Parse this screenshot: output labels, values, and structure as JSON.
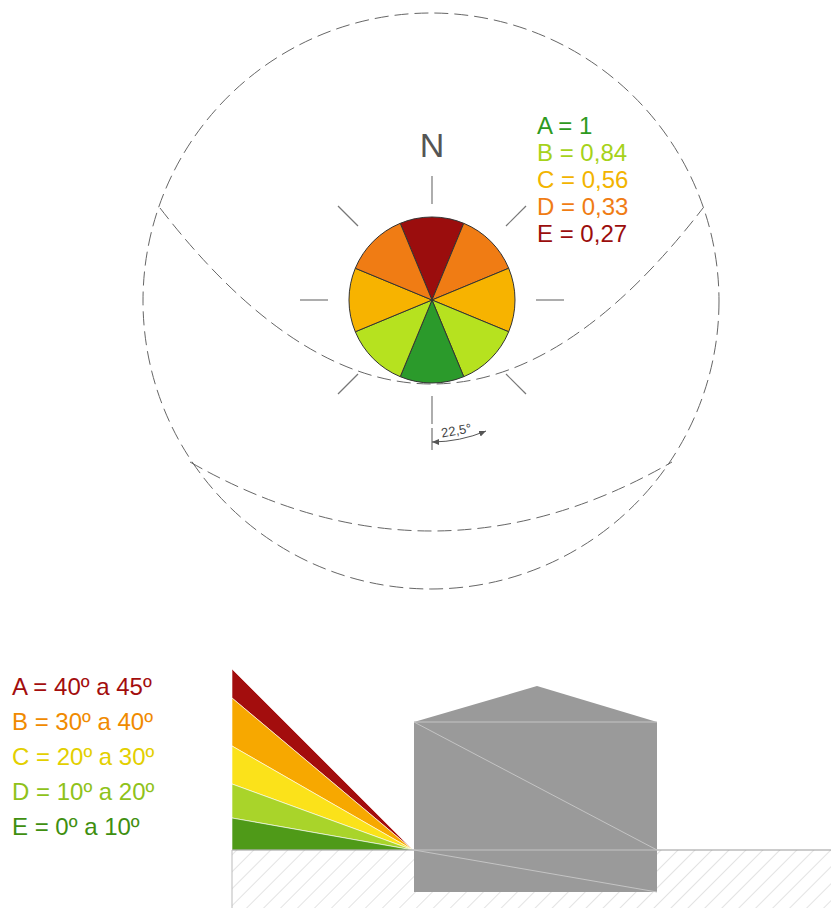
{
  "diagram": {
    "labels": [
      "N",
      "A = 1",
      "B = 0,84",
      "C = 0,56",
      "D = 0,33",
      "E = 0,27",
      "22,5°",
      "A = 40º a 45º",
      "B = 30º a 40º",
      "C = 20º a 30º",
      "D = 10º a 20º",
      "E = 0º a 10º"
    ]
  }
}
